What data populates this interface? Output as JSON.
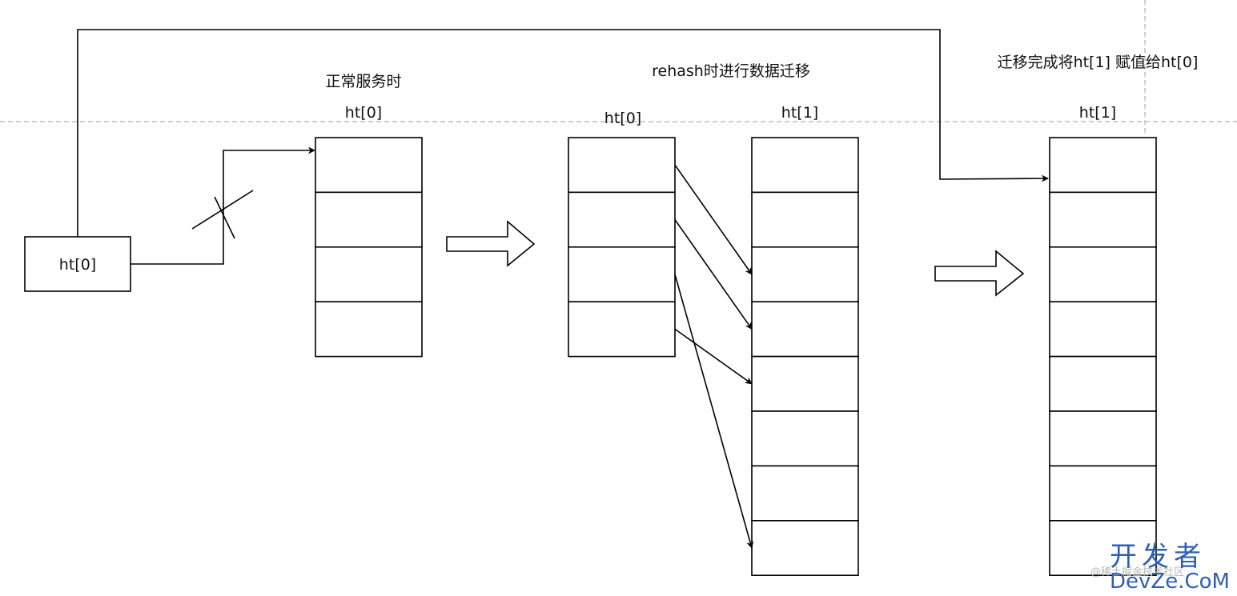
{
  "labels": {
    "pointer_ht0": "ht[0]",
    "normal_caption": "正常服务时",
    "normal_table": "ht[0]",
    "rehash_caption": "rehash时进行数据迁移",
    "rehash_old_table": "ht[0]",
    "rehash_new_table": "ht[1]",
    "done_caption": "迁移完成将ht[1] 赋值给ht[0]",
    "done_table": "ht[1]"
  },
  "tables": {
    "normal_ht0_slots": 4,
    "rehash_ht0_slots": 4,
    "rehash_ht1_slots": 8,
    "final_ht1_slots": 8
  },
  "migration": [
    {
      "from_slot": 0,
      "to_slot": 2
    },
    {
      "from_slot": 1,
      "to_slot": 3
    },
    {
      "from_slot": 2,
      "to_slot": 7
    },
    {
      "from_slot": 3,
      "to_slot": 4
    }
  ],
  "watermark": {
    "cn": "开发者",
    "en": "DevZe.CoM",
    "faint": "@稀土掘金技术社区"
  }
}
